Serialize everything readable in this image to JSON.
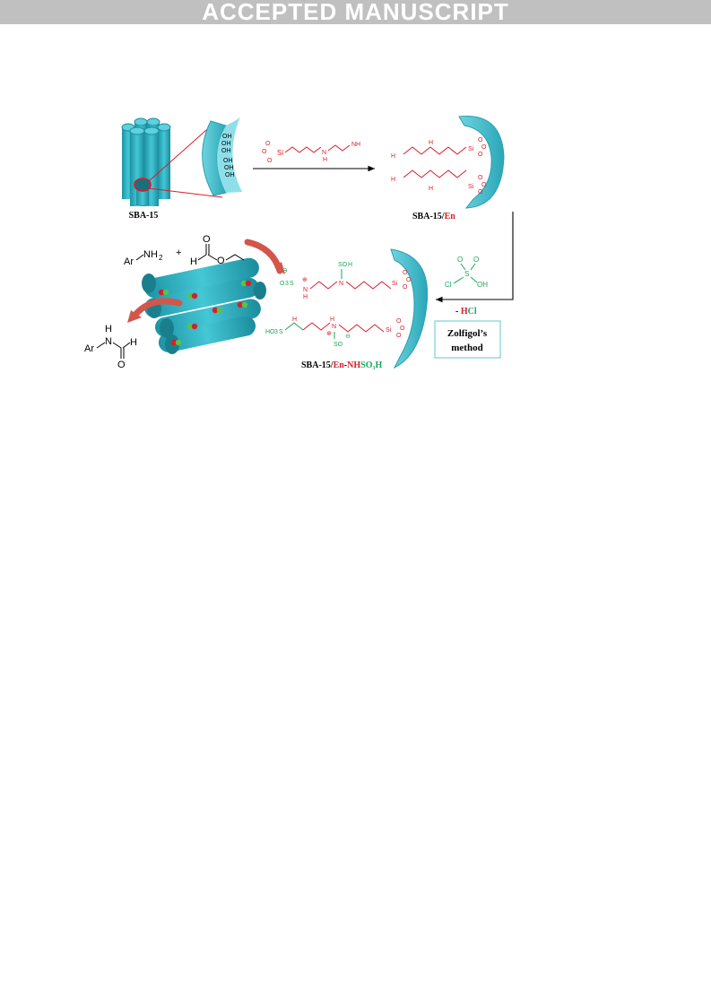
{
  "banner": {
    "text": "ACCEPTED MANUSCRIPT"
  },
  "colors": {
    "teal": "#2fb3c4",
    "red": "#d81e2a",
    "green": "#1aa65a",
    "arrow_red": "#d4554a"
  },
  "labels": {
    "sba15": "SBA-15",
    "sba15_en_prefix": "SBA-15/",
    "sba15_en_suffix": "En",
    "final_prefix": "SBA-15/",
    "final_en": "En",
    "final_dash": "-",
    "final_nh": "NH",
    "final_so3h": "SO",
    "final_sub3": "3",
    "final_h": "H",
    "minus_hcl_dash": "- ",
    "minus_hcl_h": "H",
    "minus_hcl_cl": "Cl",
    "zolfigol_line1": "Zolfigol’s",
    "zolfigol_line2": "method"
  },
  "chem": {
    "oh": "OH",
    "o": "O",
    "si": "Si",
    "h": "H",
    "n": "N",
    "nh2": "NH",
    "h2n": "H",
    "sub2": "2",
    "ar": "Ar",
    "plus": "+",
    "so3h": "SO",
    "sub3": "3",
    "o3s": "O",
    "s": "S",
    "cl": "Cl",
    "ho3s": "HO",
    "so3": "SO",
    "minus": "⊖",
    "plus_charge": "⊕",
    "h_formyl": "H",
    "oh_acid": "OH"
  }
}
